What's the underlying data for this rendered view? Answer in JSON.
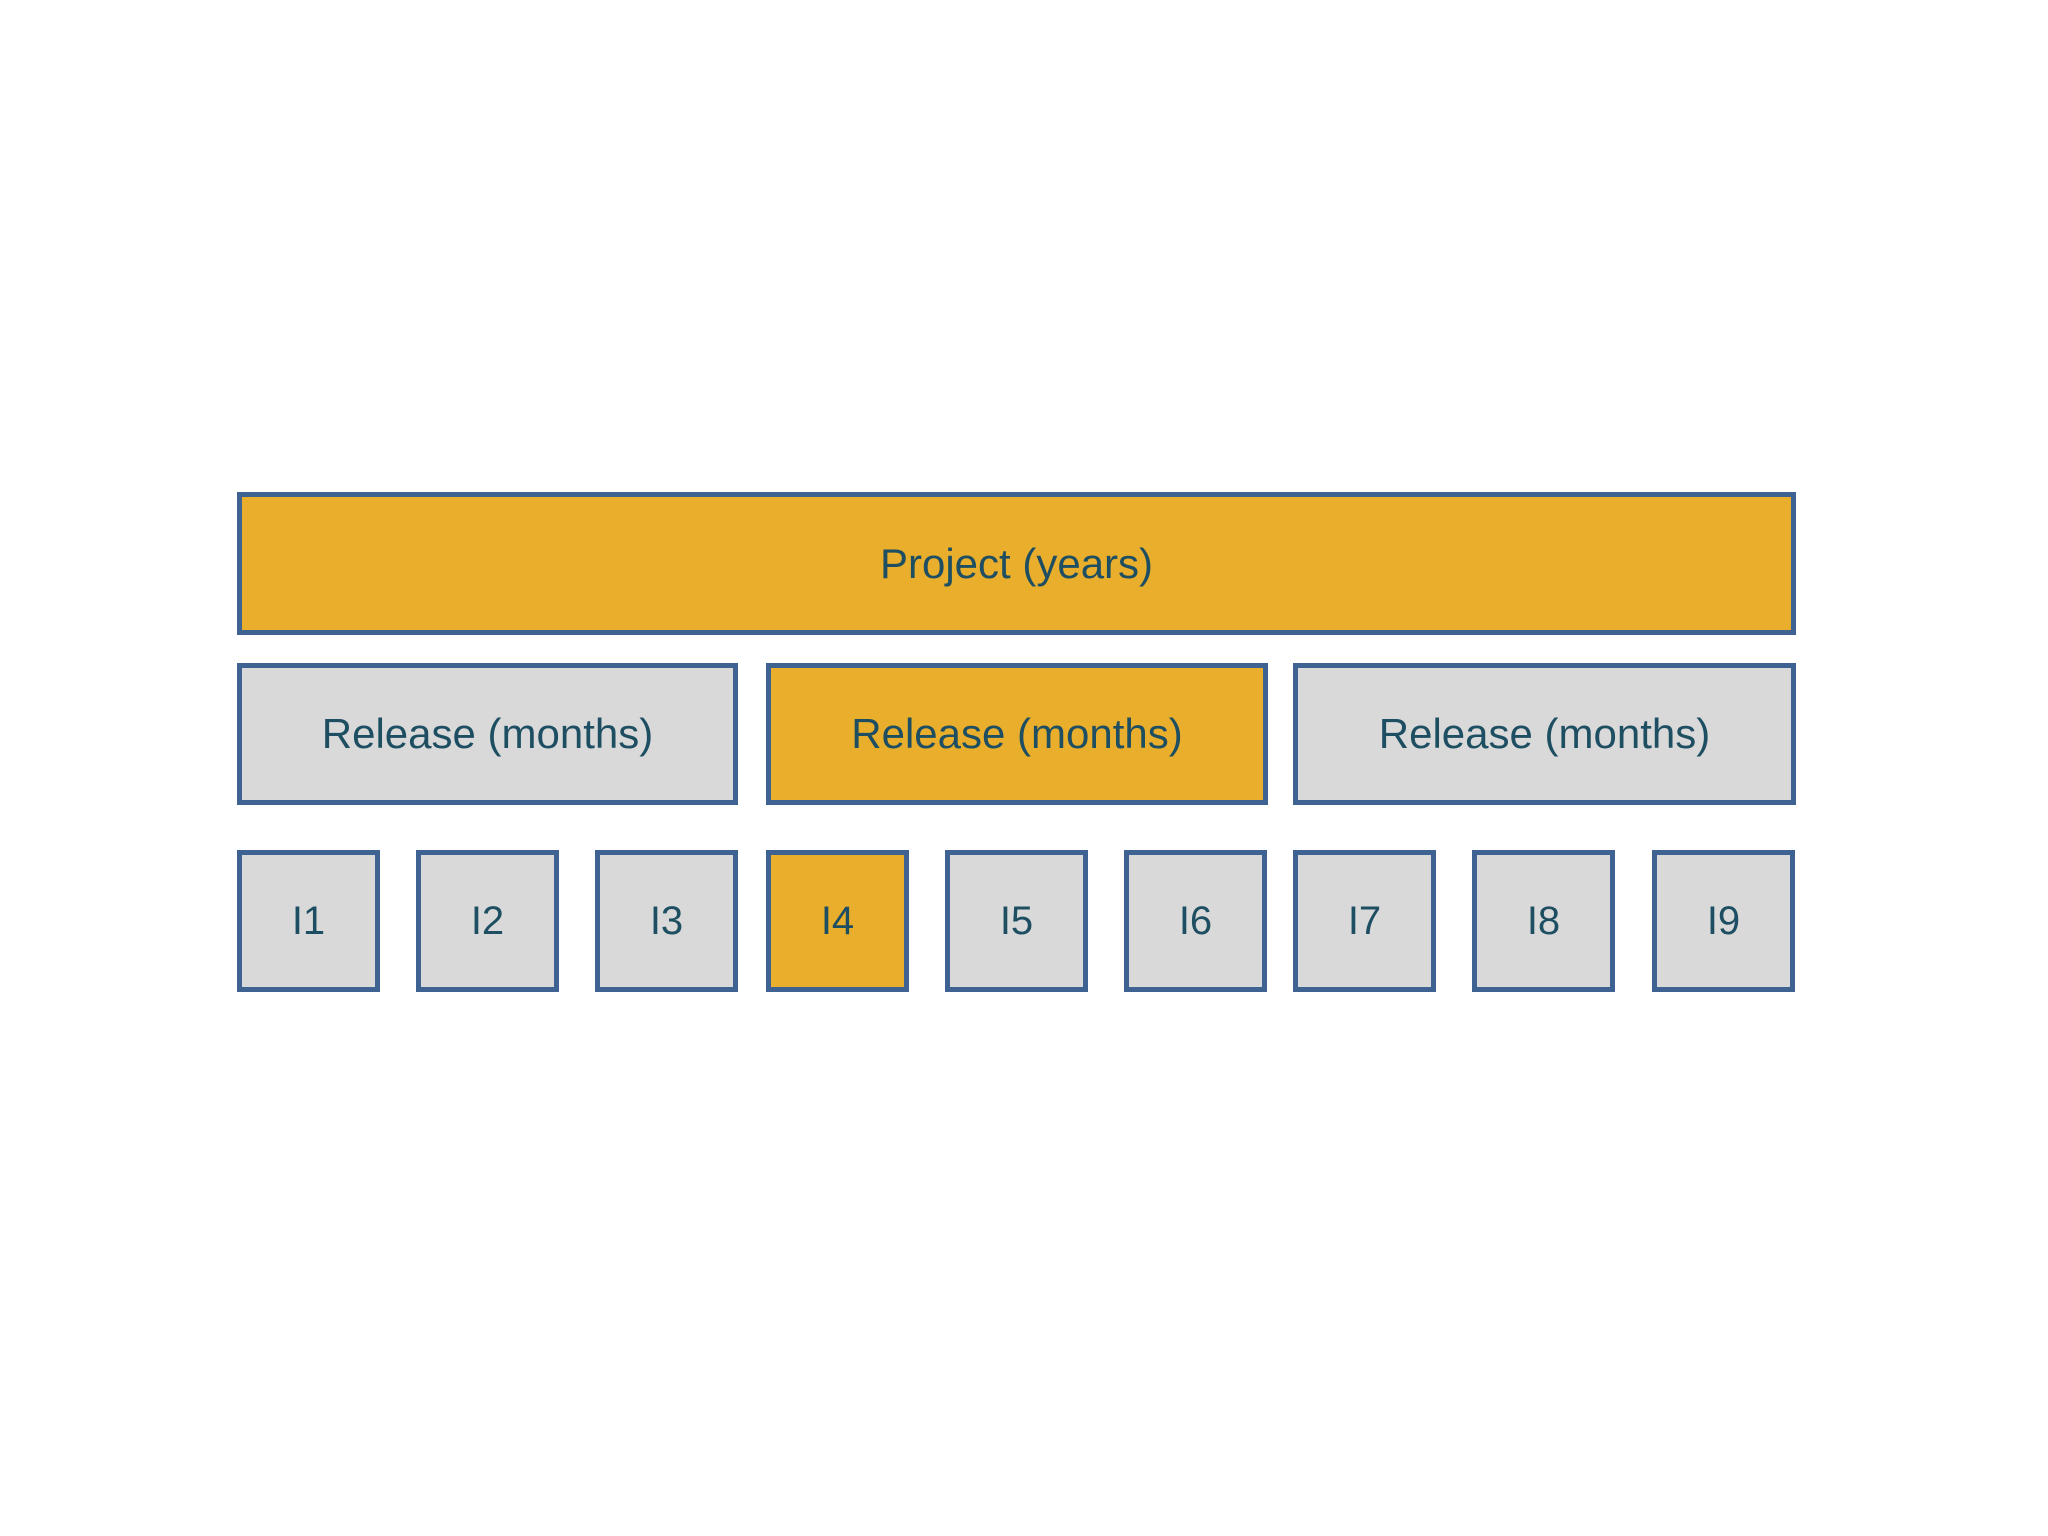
{
  "colors": {
    "accent_orange": "#E9AE2C",
    "box_gray": "#D9D9D9",
    "border_blue": "#3E6292",
    "text_teal": "#1E4E61",
    "background": "#FFFFFF"
  },
  "project": {
    "label": "Project (years)",
    "highlighted": true
  },
  "releases": [
    {
      "label": "Release (months)",
      "highlighted": false
    },
    {
      "label": "Release (months)",
      "highlighted": true
    },
    {
      "label": "Release (months)",
      "highlighted": false
    }
  ],
  "iterations": [
    {
      "label": "I1",
      "highlighted": false
    },
    {
      "label": "I2",
      "highlighted": false
    },
    {
      "label": "I3",
      "highlighted": false
    },
    {
      "label": "I4",
      "highlighted": true
    },
    {
      "label": "I5",
      "highlighted": false
    },
    {
      "label": "I6",
      "highlighted": false
    },
    {
      "label": "I7",
      "highlighted": false
    },
    {
      "label": "I8",
      "highlighted": false
    },
    {
      "label": "I9",
      "highlighted": false
    }
  ]
}
